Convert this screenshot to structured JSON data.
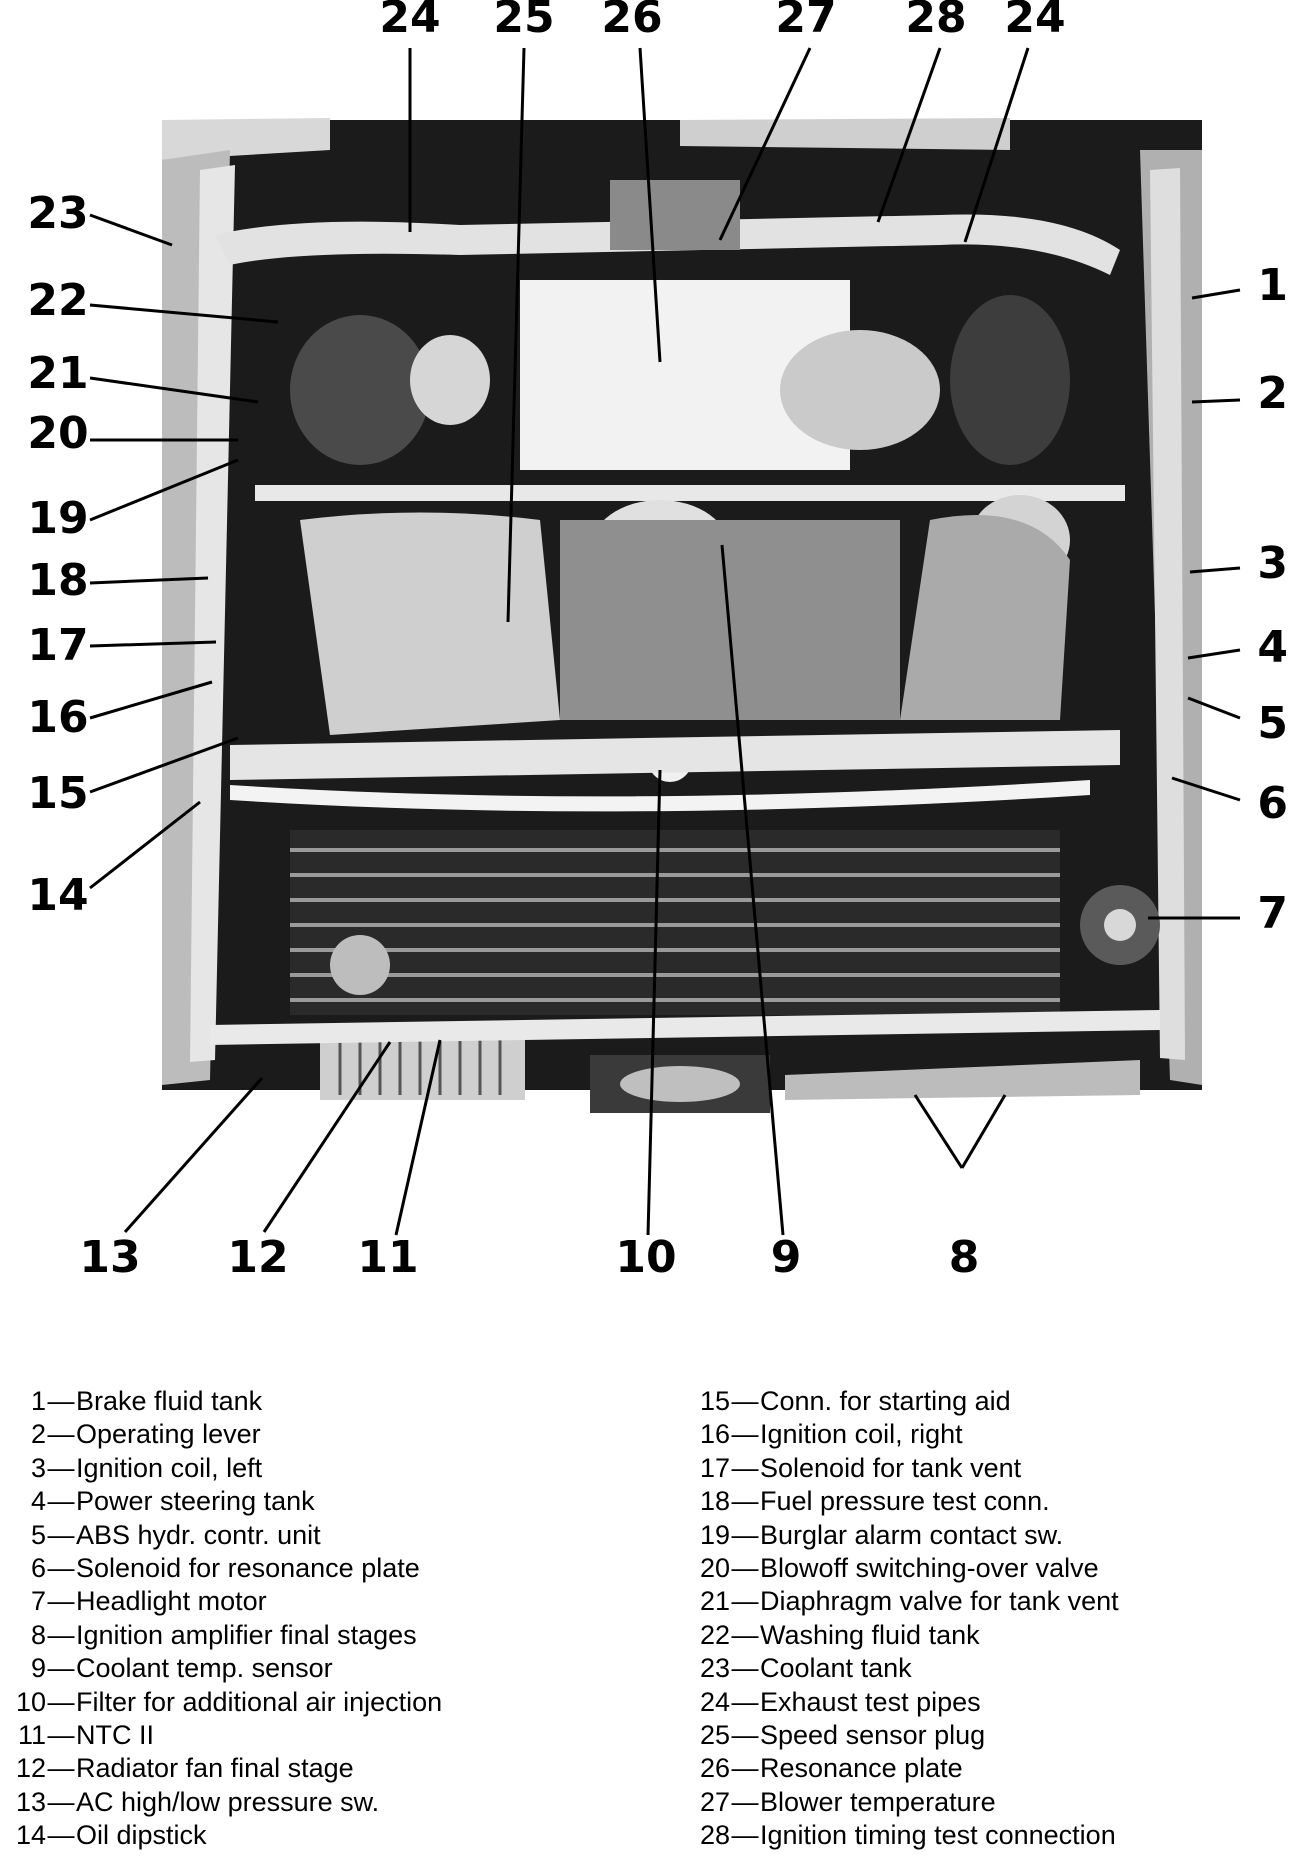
{
  "callouts": [
    {
      "label": "1"
    },
    {
      "label": "2"
    },
    {
      "label": "3"
    },
    {
      "label": "4"
    },
    {
      "label": "5"
    },
    {
      "label": "6"
    },
    {
      "label": "7"
    },
    {
      "label": "8"
    },
    {
      "label": "9"
    },
    {
      "label": "10"
    },
    {
      "label": "11"
    },
    {
      "label": "12"
    },
    {
      "label": "13"
    },
    {
      "label": "14"
    },
    {
      "label": "15"
    },
    {
      "label": "16"
    },
    {
      "label": "17"
    },
    {
      "label": "18"
    },
    {
      "label": "19"
    },
    {
      "label": "20"
    },
    {
      "label": "21"
    },
    {
      "label": "22"
    },
    {
      "label": "23"
    },
    {
      "label": "24"
    },
    {
      "label": "25"
    },
    {
      "label": "26"
    },
    {
      "label": "27"
    },
    {
      "label": "28"
    },
    {
      "label": "24"
    }
  ],
  "legend": {
    "separator": "—",
    "items": [
      {
        "num": "1",
        "text": "Brake fluid tank"
      },
      {
        "num": "2",
        "text": "Operating lever"
      },
      {
        "num": "3",
        "text": "Ignition coil, left"
      },
      {
        "num": "4",
        "text": "Power steering tank"
      },
      {
        "num": "5",
        "text": "ABS hydr. contr. unit"
      },
      {
        "num": "6",
        "text": "Solenoid for resonance plate"
      },
      {
        "num": "7",
        "text": "Headlight motor"
      },
      {
        "num": "8",
        "text": "Ignition amplifier final stages"
      },
      {
        "num": "9",
        "text": "Coolant temp. sensor"
      },
      {
        "num": "10",
        "text": "Filter for additional air injection"
      },
      {
        "num": "11",
        "text": "NTC II"
      },
      {
        "num": "12",
        "text": "Radiator fan final stage"
      },
      {
        "num": "13",
        "text": "AC high/low pressure sw."
      },
      {
        "num": "14",
        "text": "Oil dipstick"
      },
      {
        "num": "15",
        "text": "Conn. for starting aid"
      },
      {
        "num": "16",
        "text": "Ignition coil, right"
      },
      {
        "num": "17",
        "text": "Solenoid for tank vent"
      },
      {
        "num": "18",
        "text": "Fuel pressure test conn."
      },
      {
        "num": "19",
        "text": "Burglar alarm contact sw."
      },
      {
        "num": "20",
        "text": "Blowoff switching-over valve"
      },
      {
        "num": "21",
        "text": "Diaphragm valve for tank vent"
      },
      {
        "num": "22",
        "text": "Washing fluid tank"
      },
      {
        "num": "23",
        "text": "Coolant tank"
      },
      {
        "num": "24",
        "text": "Exhaust test pipes"
      },
      {
        "num": "25",
        "text": "Speed sensor plug"
      },
      {
        "num": "26",
        "text": "Resonance plate"
      },
      {
        "num": "27",
        "text": "Blower temperature"
      },
      {
        "num": "28",
        "text": "Ignition timing test connection"
      }
    ]
  }
}
